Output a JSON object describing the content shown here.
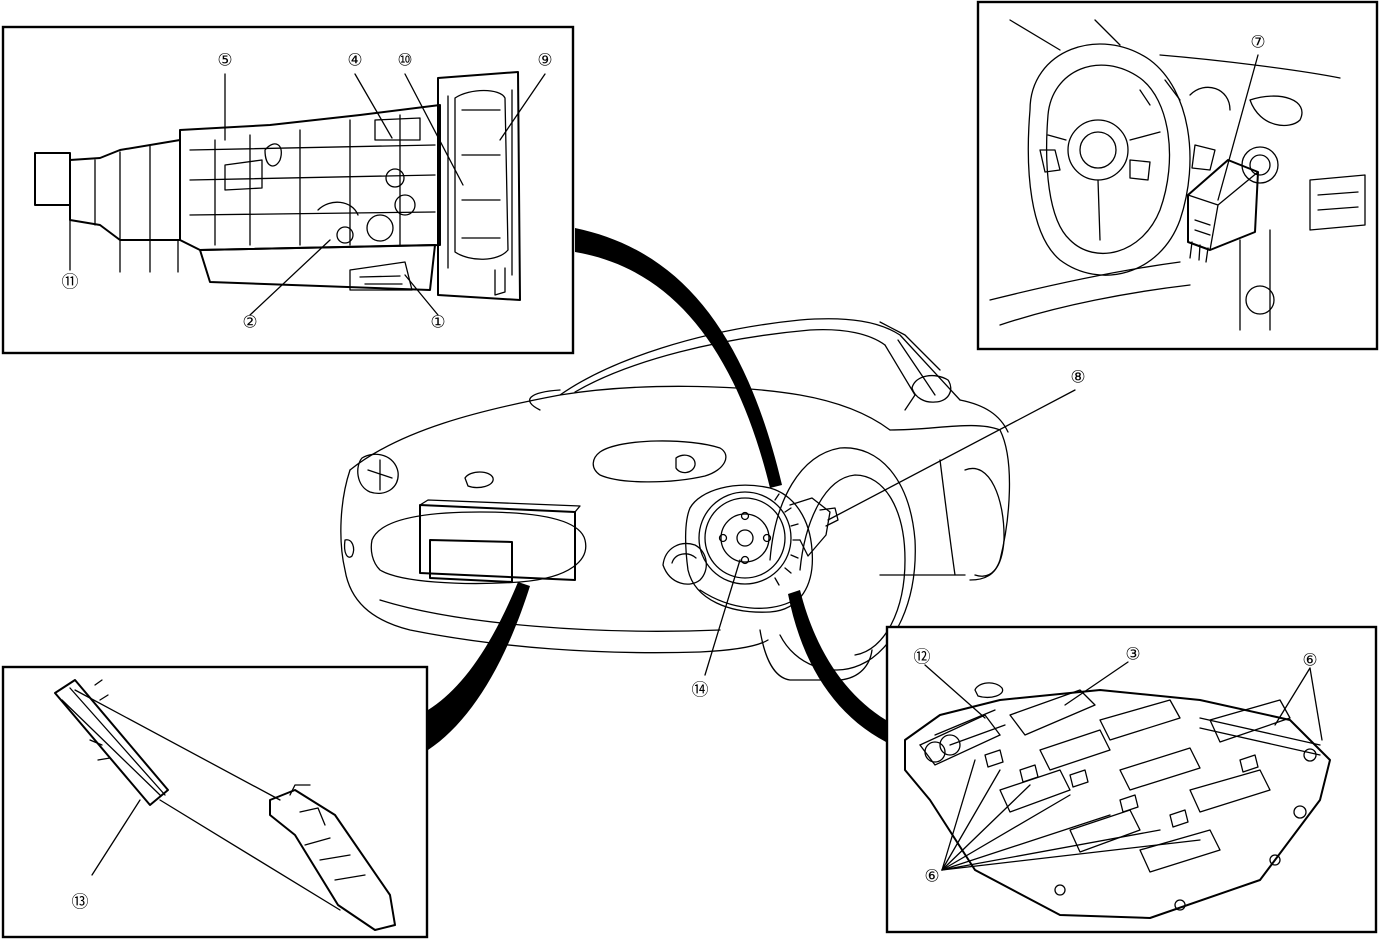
{
  "callouts": {
    "c1": "①",
    "c2": "②",
    "c3": "③",
    "c4": "④",
    "c5": "⑤",
    "c6a": "⑥",
    "c6b": "⑥",
    "c7": "⑦",
    "c8": "⑧",
    "c9": "⑨",
    "c10": "⑩",
    "c11": "⑪",
    "c12": "⑫",
    "c13": "⑬",
    "c14": "⑭"
  },
  "colors": {
    "line": "#000000",
    "background": "#ffffff"
  }
}
